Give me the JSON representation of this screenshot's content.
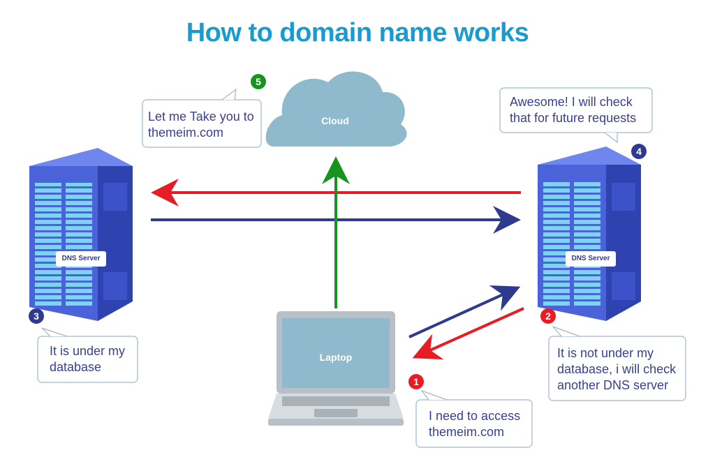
{
  "title": "How to domain name works",
  "nodes": {
    "cloud": "Cloud",
    "laptop": "Laptop",
    "server_left": "DNS Server",
    "server_right": "DNS Server"
  },
  "steps": [
    {
      "number": "1",
      "text_line1": "I need to access",
      "text_line2": "themeim.com",
      "color": "#e81c24"
    },
    {
      "number": "2",
      "text_line1": "It is not under my",
      "text_line2": "database, i will check",
      "text_line3": "another DNS server",
      "color": "#e81c24"
    },
    {
      "number": "3",
      "text_line1": "It is under my",
      "text_line2": "database",
      "color": "#2e3a8c"
    },
    {
      "number": "4",
      "text_line1": "Awesome! I will check",
      "text_line2": "that for future requests",
      "color": "#2e3a8c"
    },
    {
      "number": "5",
      "text_line1": "Let me Take you to",
      "text_line2": "themeim.com",
      "color": "#17941f"
    }
  ],
  "colors": {
    "title": "#1a9bd0",
    "red_arrow": "#e81c24",
    "blue_arrow": "#2e3a8c",
    "green_arrow": "#17941f",
    "cloud": "#8fb9cc",
    "server": "#4a63d8"
  }
}
